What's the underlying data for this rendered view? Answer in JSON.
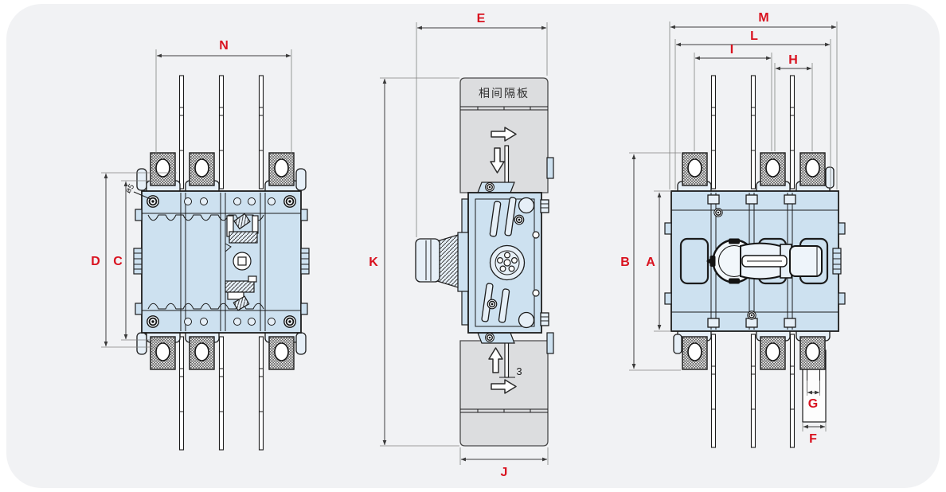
{
  "background": {
    "page_color": "#ffffff",
    "panel_color": "#f1f2f4"
  },
  "palette": {
    "outline": "#1c1c1c",
    "body_blue": "#cde1f0",
    "body_blue_light": "#e6eff7",
    "panel_gray": "#dcdddf",
    "dimension_line": "#3f3f3f",
    "label_red": "#d9121f"
  },
  "front_view": {
    "dim_width_top": "N",
    "dim_height_outer": "D",
    "dim_height_inner": "C",
    "note_hole_diameter": "ø5"
  },
  "side_view": {
    "dim_width_top": "E",
    "dim_height_overall": "K",
    "dim_width_bottom": "J",
    "note_gap": "3",
    "barrier_label": "相间隔板"
  },
  "rear_view": {
    "dim_width_overall": "M",
    "dim_width_body": "L",
    "dim_pitch_left": "I",
    "dim_pitch_right": "H",
    "dim_height_outer": "B",
    "dim_height_body": "A",
    "dim_slot_width": "G",
    "dim_terminal_width": "F"
  }
}
